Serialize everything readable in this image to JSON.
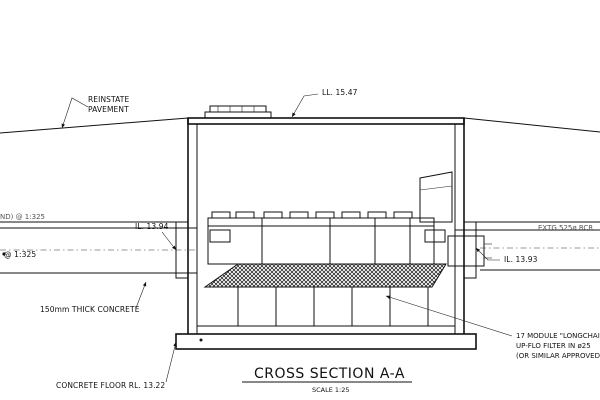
{
  "drawing": {
    "title": "CROSS SECTION A-A",
    "scale": "SCALE 1:25",
    "labels": {
      "reinstate_line1": "REINSTATE",
      "reinstate_line2": "PAVEMENT",
      "lid_level": "LL. 15.47",
      "inlet_level": "IL. 13.94",
      "outlet_level": "IL. 13.93",
      "left_pipe_upper": "ND) @ 1:325",
      "left_pipe_lower": "@ 1:325",
      "existing_pipe": "EXTG 525ø RCR",
      "concrete_thickness": "150mm THICK CONCRETE",
      "concrete_floor": "CONCRETE FLOOR RL. 13.22",
      "module_line1": "17 MODULE \"LONGCHAI",
      "module_line2": "UP-FLO FILTER IN ø25",
      "module_line3": "(OR SIMILAR APPROVED"
    }
  }
}
